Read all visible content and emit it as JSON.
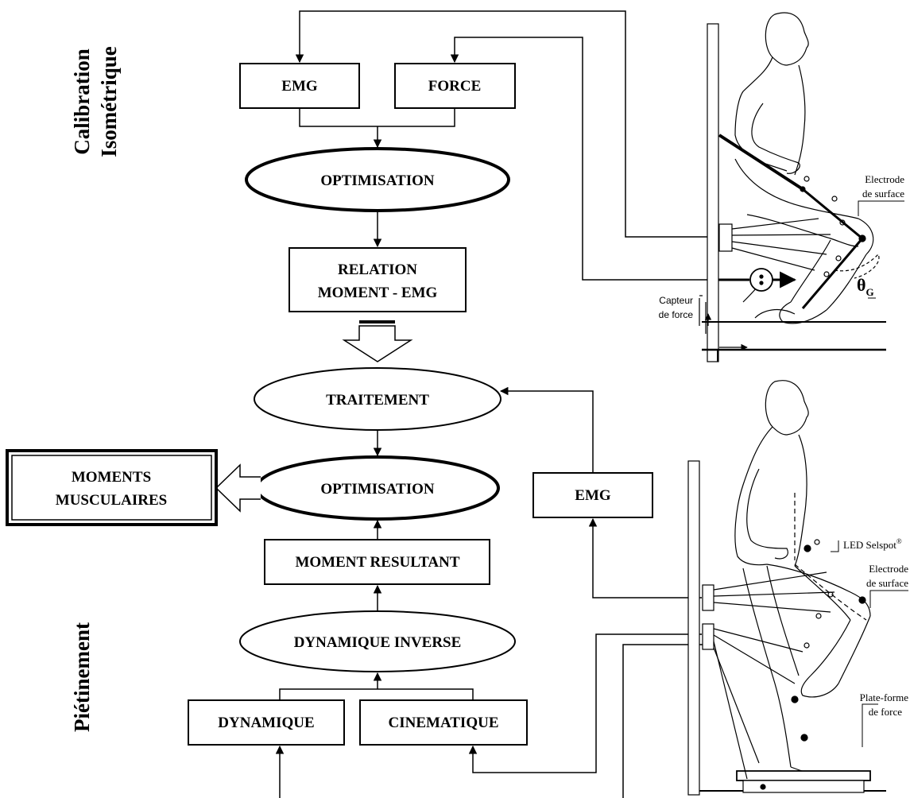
{
  "sections": {
    "top": [
      "Calibration",
      "Isométrique"
    ],
    "bottom": "Piétinement"
  },
  "nodes": {
    "emg_top": "EMG",
    "force": "FORCE",
    "optimisation_top": "OPTIMISATION",
    "relation": [
      "RELATION",
      "MOMENT - EMG"
    ],
    "traitement": "TRAITEMENT",
    "optimisation_bottom": "OPTIMISATION",
    "moments": [
      "MOMENTS",
      "MUSCULAIRES"
    ],
    "emg_bottom": "EMG",
    "moment_resultant": "MOMENT RESULTANT",
    "dynamique_inverse": "DYNAMIQUE INVERSE",
    "dynamique": "DYNAMIQUE",
    "cinematique": "CINEMATIQUE"
  },
  "annotations": {
    "electrode_top": [
      "Electrode",
      "de surface"
    ],
    "theta": "θ",
    "theta_sub": "G",
    "capteur": [
      "Capteur",
      "de force"
    ],
    "led": "LED Selspot",
    "led_sup": "®",
    "electrode_bottom": [
      "Electrode",
      "de surface"
    ],
    "plateforme": [
      "Plate-forme",
      "de force"
    ]
  }
}
